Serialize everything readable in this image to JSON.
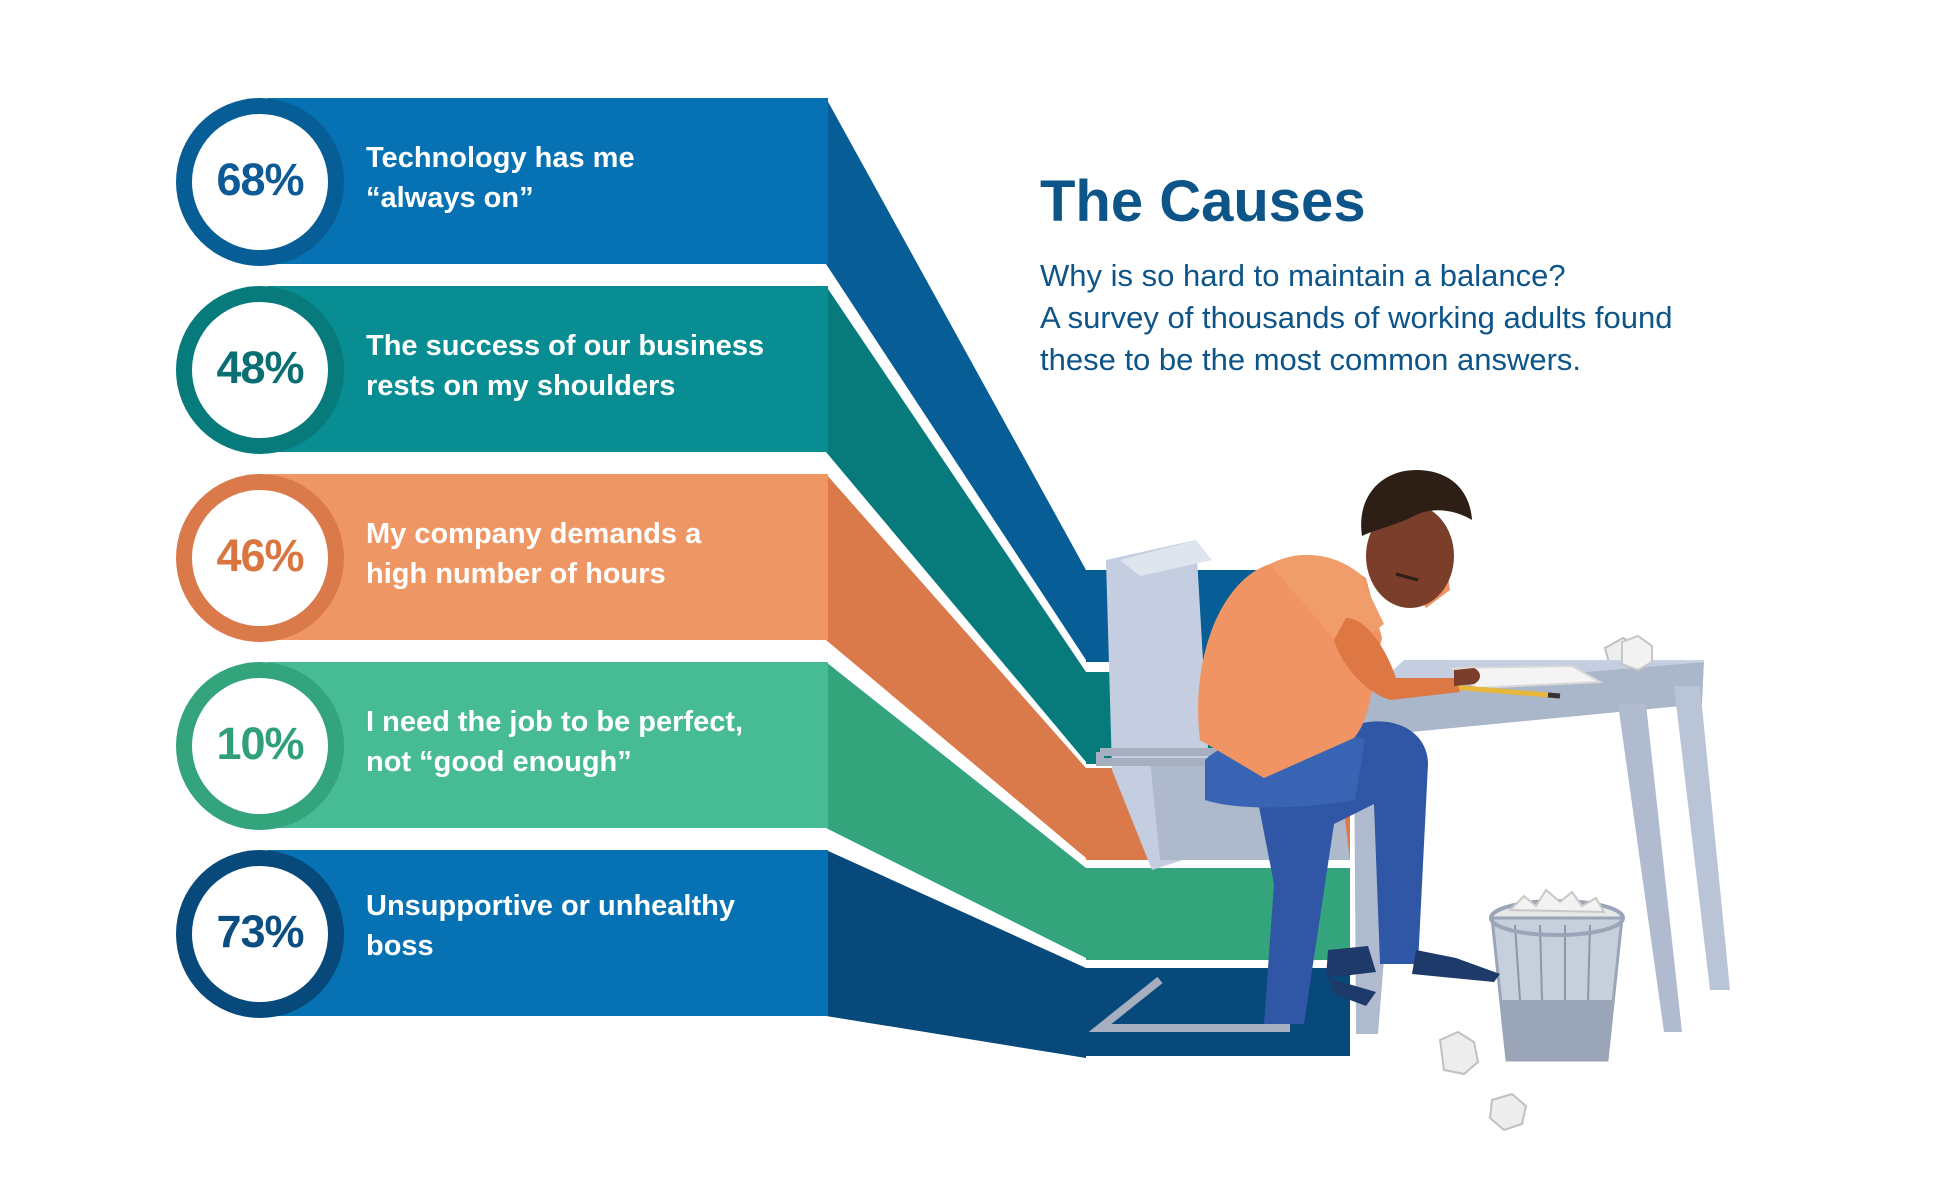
{
  "title": "The Causes",
  "subtitle_lines": [
    "Why is so hard to maintain a balance?",
    "A survey of thousands of working adults found",
    "these to be the most common answers."
  ],
  "items": [
    {
      "percent": "68%",
      "line1": "Technology has me",
      "line2": "“always on”",
      "value": 68,
      "color": "#0772b3",
      "dark_color": "#075d95"
    },
    {
      "percent": "48%",
      "line1": "The success of our business",
      "line2": "rests on my shoulders",
      "value": 48,
      "color": "#078d92",
      "dark_color": "#077a7c"
    },
    {
      "percent": "46%",
      "line1": "My company demands a",
      "line2": "high number of hours",
      "value": 46,
      "color": "#ee9765",
      "dark_color": "#da7a4a"
    },
    {
      "percent": "10%",
      "line1": "I need the job to be perfect,",
      "line2": "not “good enough”",
      "value": 10,
      "color": "#47bb94",
      "dark_color": "#33a47b"
    },
    {
      "percent": "73%",
      "line1": "Unsupportive or unhealthy",
      "line2": "boss",
      "value": 73,
      "color": "#0772b3",
      "dark_color": "#06497a"
    }
  ]
}
